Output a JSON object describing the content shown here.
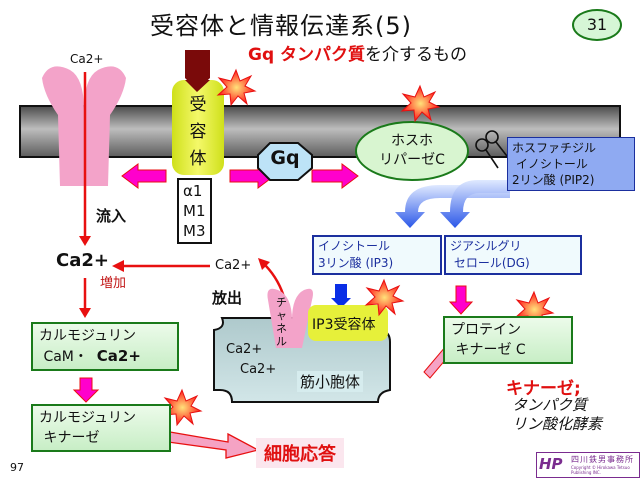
{
  "title": "受容体と情報伝達系(5)",
  "subtitle": {
    "highlight": "Gq タンパク質",
    "rest": "を介するもの"
  },
  "slide_number": "31",
  "page_number": "97",
  "membrane": {
    "ca_channel_top_label": "Ca2+",
    "influx_label": "流入",
    "receptor": {
      "label_chars": [
        "受",
        "容",
        "体"
      ],
      "subtypes": [
        "α1",
        "M1",
        "M3"
      ]
    },
    "gq_label": "Gq",
    "plc_label": [
      "ホスホ",
      "リパーゼC"
    ],
    "pip2_label": [
      "ホスファチジル",
      " イノシトール",
      "2リン酸 (PIP2)"
    ]
  },
  "products": {
    "ip3": [
      "イノシトール",
      "3リン酸 (IP3)"
    ],
    "dg": [
      "ジアシルグリ",
      " セロール(DG)"
    ]
  },
  "cytosol": {
    "ca_main": "Ca2+",
    "increase_label": "増加",
    "released_ca": "Ca2+",
    "release_label": "放出",
    "channel_label": [
      "チ",
      "ャ",
      "ネ",
      "ル"
    ],
    "ip3_receptor": "IP3受容体",
    "sr_ca": [
      "Ca2+",
      "Ca2+"
    ],
    "sr_label": "筋小胞体"
  },
  "calmodulin": {
    "line1": "カルモジュリン",
    "line2_a": "CaM・",
    "line2_b": "Ca2+"
  },
  "cam_kinase": {
    "line1": "カルモジュリン",
    "line2": " キナーゼ"
  },
  "pkc": {
    "line1": "プロテイン",
    "line2": " キナーゼ C"
  },
  "cell_response": "細胞応答",
  "kinase_note": {
    "title": "キナーゼ;",
    "lines": [
      "タンパク質",
      "リン酸化酵素"
    ]
  },
  "logo": {
    "org": "四川鉄男事務所",
    "copyright": "Copyright © Hirokawa Tetsuo Publishing INC."
  },
  "colors": {
    "arrow_red": "#e81010",
    "arrow_magenta": "#ff00cc",
    "receptor_yellow": "#e6f03a",
    "gq_blue": "#bde3f7",
    "plc_green": "#d8f5d0",
    "membrane_gray": "#8c8c8c",
    "channel_pink": "#f3a3c9"
  }
}
